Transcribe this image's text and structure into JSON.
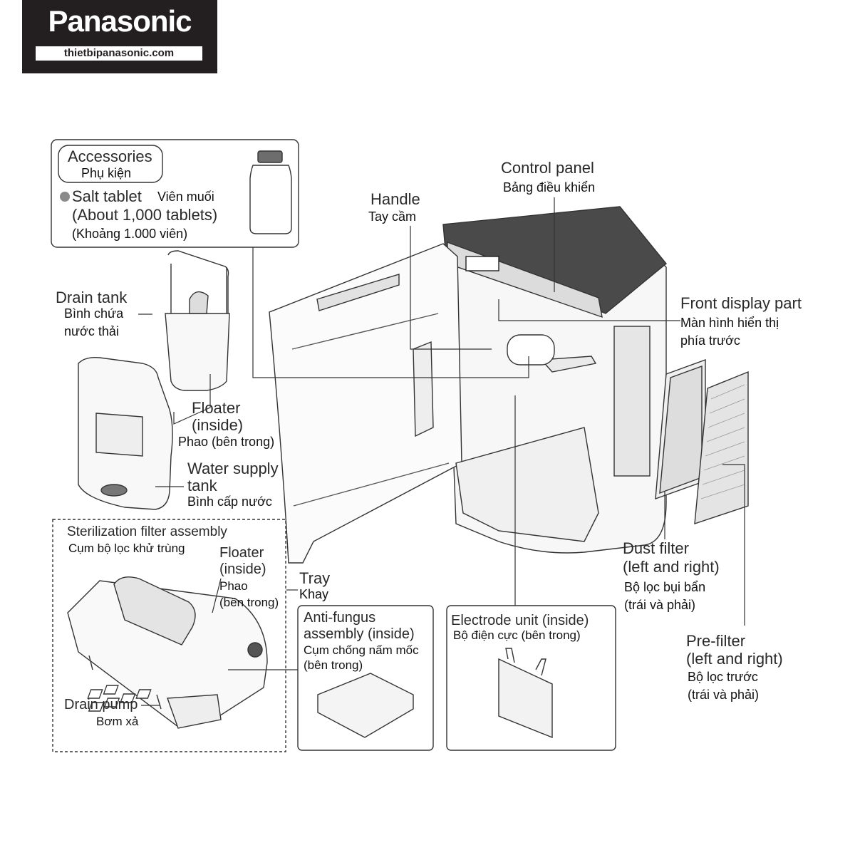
{
  "logo": {
    "brand": "Panasonic",
    "site": "thietbipanasonic.com"
  },
  "accessories": {
    "heading_en": "Accessories",
    "heading_vn": "Phụ kiện",
    "item_en": "Salt tablet",
    "item_vn": "Viên muối",
    "qty_en": "(About 1,000 tablets)",
    "qty_vn": "(Khoảng 1.000 viên)"
  },
  "labels": {
    "control_panel_en": "Control panel",
    "control_panel_vn": "Bảng điều khiển",
    "handle_en": "Handle",
    "handle_vn": "Tay cầm",
    "drain_tank_en": "Drain tank",
    "drain_tank_vn_1": "Bình chứa",
    "drain_tank_vn_2": "nước thải",
    "front_display_en": "Front display part",
    "front_display_vn_1": "Màn hình hiển thị",
    "front_display_vn_2": "phía trước",
    "floater_en_1": "Floater",
    "floater_en_2": "(inside)",
    "floater_vn": "Phao (bên trong)",
    "water_supply_en_1": "Water supply",
    "water_supply_en_2": "tank",
    "water_supply_vn": "Bình cấp nước",
    "sterilization_en": "Sterilization filter assembly",
    "sterilization_vn": "Cụm bộ lọc khử trùng",
    "floater2_en_1": "Floater",
    "floater2_en_2": "(inside)",
    "floater2_vn_1": "Phao",
    "floater2_vn_2": "(bên trong)",
    "tray_en": "Tray",
    "tray_vn": "Khay",
    "drain_pump_en": "Drain pump",
    "drain_pump_vn": "Bơm xả",
    "antifungus_en_1": "Anti-fungus",
    "antifungus_en_2": "assembly (inside)",
    "antifungus_vn_1": "Cụm chống nấm mốc",
    "antifungus_vn_2": "(bên trong)",
    "electrode_en": "Electrode unit (inside)",
    "electrode_vn": "Bộ điện cực (bên trong)",
    "dust_filter_en_1": "Dust filter",
    "dust_filter_en_2": "(left and right)",
    "dust_filter_vn_1": "Bộ lọc bụi bẩn",
    "dust_filter_vn_2": "(trái và phải)",
    "prefilter_en_1": "Pre-filter",
    "prefilter_en_2": "(left and right)",
    "prefilter_vn_1": "Bộ lọc trước",
    "prefilter_vn_2": "(trái và phải)"
  }
}
